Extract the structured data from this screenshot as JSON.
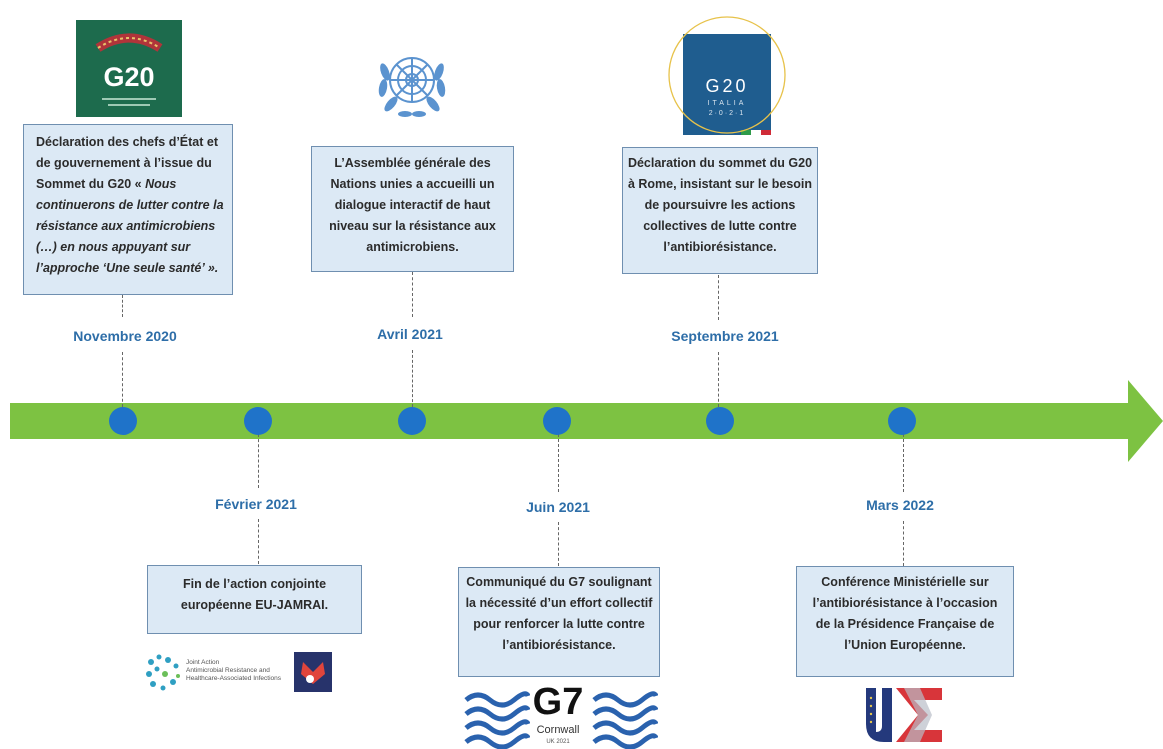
{
  "timeline": {
    "accent_color": "#7dc242",
    "dot_color": "#1f73c9",
    "date_color": "#2e6ea8",
    "box_fill": "#dce9f5",
    "events": [
      {
        "date": "Novembre 2020",
        "lines": [
          "Déclaration des chefs d’État et",
          "de gouvernement à l’issue du",
          "Sommet du G20 « ",
          "continuerons de lutter contre la",
          "résistance aux antimicrobiens",
          "(…) en nous appuyant sur",
          "l’approche ‘Une seule santé’ »."
        ],
        "line3_italic": "Nous",
        "logo": "g20-riyadh-logo",
        "logo_text": "G20"
      },
      {
        "date": "Février 2021",
        "lines": [
          "Fin de l’action conjointe",
          "européenne EU-JAMRAI."
        ],
        "logo": "eu-jamrai-logo",
        "logo_text_lines": [
          "Joint Action",
          "Antimicrobial Resistance and",
          "Healthcare-Associated Infections"
        ]
      },
      {
        "date": "Avril 2021",
        "lines": [
          "L’Assemblée générale des",
          "Nations unies a accueilli un",
          "dialogue interactif de haut",
          "niveau sur la résistance aux",
          "antimicrobiens."
        ],
        "logo": "united-nations-emblem"
      },
      {
        "date": "Juin 2021",
        "lines": [
          "Communiqué du G7 soulignant",
          "la nécessité d’un effort collectif",
          "pour renforcer la lutte contre",
          "l’antibiorésistance."
        ],
        "logo": "g7-cornwall-logo",
        "logo_text": "G7",
        "logo_subtext": "Cornwall",
        "logo_subtext2": "UK 2021"
      },
      {
        "date": "Septembre 2021",
        "lines": [
          "Déclaration du sommet du G20",
          "à Rome, insistant sur le besoin",
          "de poursuivre les actions",
          "collectives de lutte contre",
          "l’antibiorésistance."
        ],
        "logo": "g20-italia-logo",
        "logo_text": "G20",
        "logo_subtext": "ITALIA",
        "logo_subtext2": "2·0·2·1"
      },
      {
        "date": "Mars 2022",
        "lines": [
          "Conférence Ministérielle sur",
          "l’antibiorésistance à l’occasion",
          "de la Présidence Française de",
          "l’Union Européenne."
        ],
        "logo": "french-eu-presidency-logo",
        "logo_text": "UE"
      }
    ]
  }
}
